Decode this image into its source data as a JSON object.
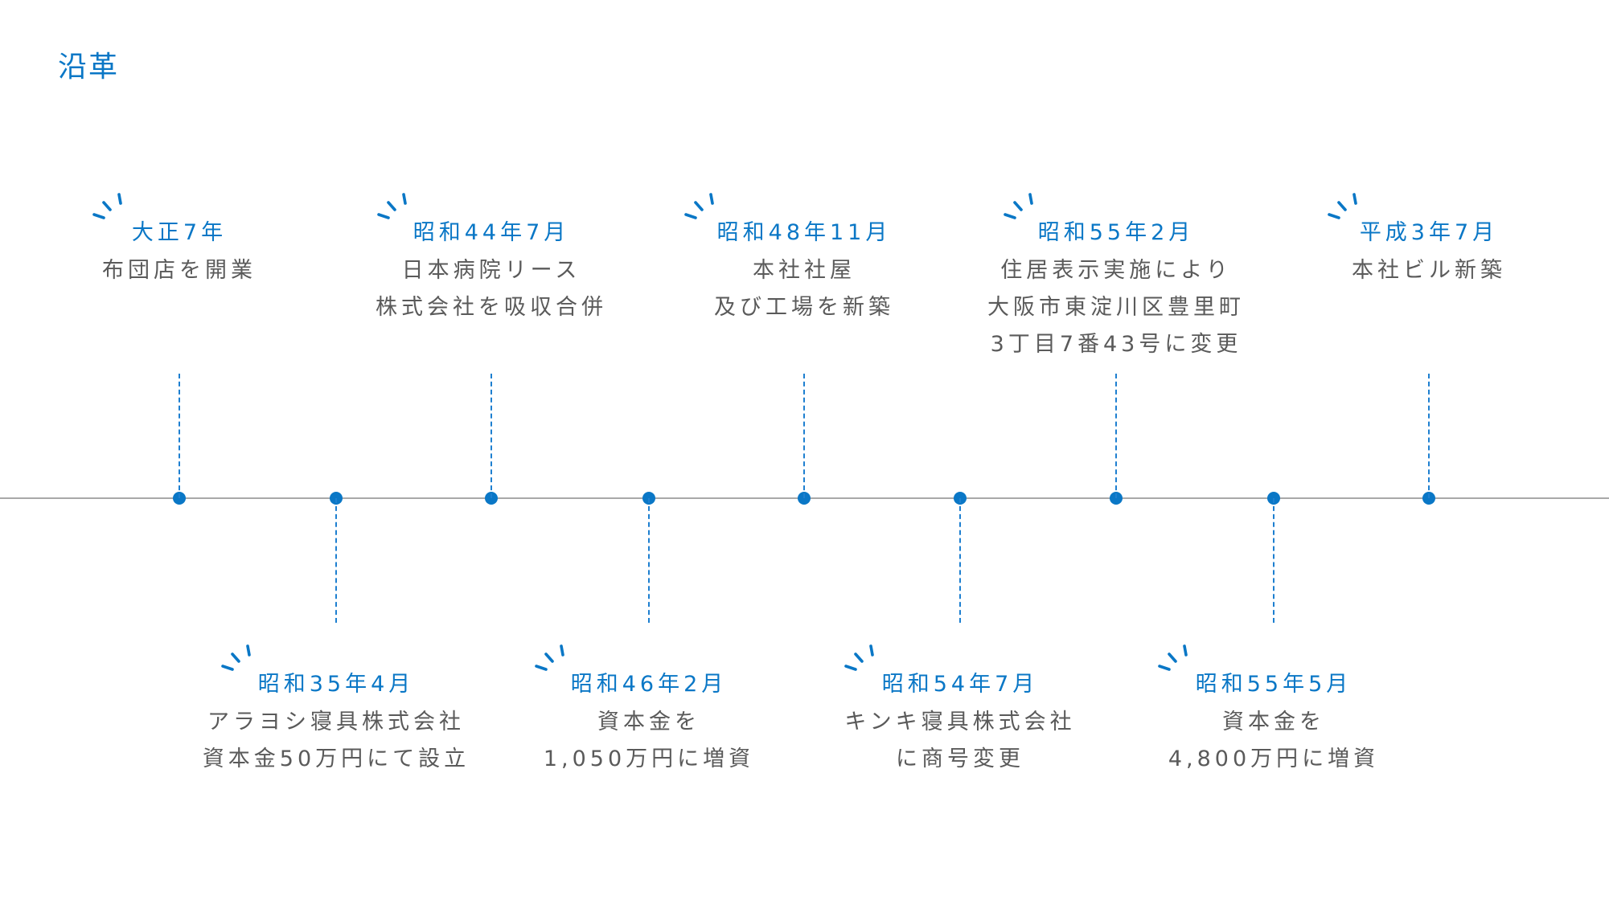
{
  "page_title": "沿革",
  "colors": {
    "accent": "#0a77c6",
    "text": "#5a5a5a",
    "axis": "#a8a8a8"
  },
  "icons": {
    "event_mark": "sparkle-icon"
  },
  "events": [
    {
      "date": "大正7年",
      "description": "布団店を開業"
    },
    {
      "date": "昭和35年4月",
      "description": "アラヨシ寝具株式会社\n資本金50万円にて設立"
    },
    {
      "date": "昭和44年7月",
      "description": "日本病院リース\n株式会社を吸収合併"
    },
    {
      "date": "昭和46年2月",
      "description": "資本金を\n1,050万円に増資"
    },
    {
      "date": "昭和48年11月",
      "description": "本社社屋\n及び工場を新築"
    },
    {
      "date": "昭和54年7月",
      "description": "キンキ寝具株式会社\nに商号変更"
    },
    {
      "date": "昭和55年2月",
      "description": "住居表示実施により\n大阪市東淀川区豊里町\n3丁目7番43号に変更"
    },
    {
      "date": "昭和55年5月",
      "description": "資本金を\n4,800万円に増資"
    },
    {
      "date": "平成3年7月",
      "description": "本社ビル新築"
    }
  ]
}
